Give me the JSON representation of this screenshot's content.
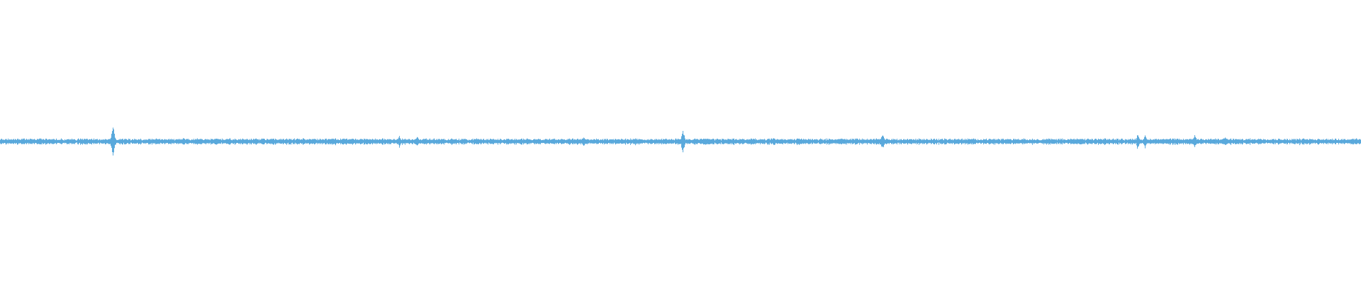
{
  "waveform": {
    "color": "#5aa9dc",
    "background": "#ffffff",
    "amplitude_range": [
      -1,
      1
    ],
    "baseline_level": 0.012,
    "noise_level": 0.006,
    "peaks": [
      {
        "position": 0.0829,
        "amplitude": 0.13
      },
      {
        "position": 0.0337,
        "amplitude": 0.025
      },
      {
        "position": 0.1347,
        "amplitude": 0.03
      },
      {
        "position": 0.1688,
        "amplitude": 0.025
      },
      {
        "position": 0.2932,
        "amplitude": 0.04
      },
      {
        "position": 0.3065,
        "amplitude": 0.04
      },
      {
        "position": 0.3872,
        "amplitude": 0.025
      },
      {
        "position": 0.4287,
        "amplitude": 0.035
      },
      {
        "position": 0.5016,
        "amplitude": 0.085
      },
      {
        "position": 0.5682,
        "amplitude": 0.03
      },
      {
        "position": 0.6484,
        "amplitude": 0.06
      },
      {
        "position": 0.7245,
        "amplitude": 0.02
      },
      {
        "position": 0.8359,
        "amplitude": 0.06
      },
      {
        "position": 0.8411,
        "amplitude": 0.045
      },
      {
        "position": 0.8776,
        "amplitude": 0.05
      },
      {
        "position": 0.9,
        "amplitude": 0.03
      },
      {
        "position": 0.9688,
        "amplitude": 0.025
      }
    ]
  }
}
